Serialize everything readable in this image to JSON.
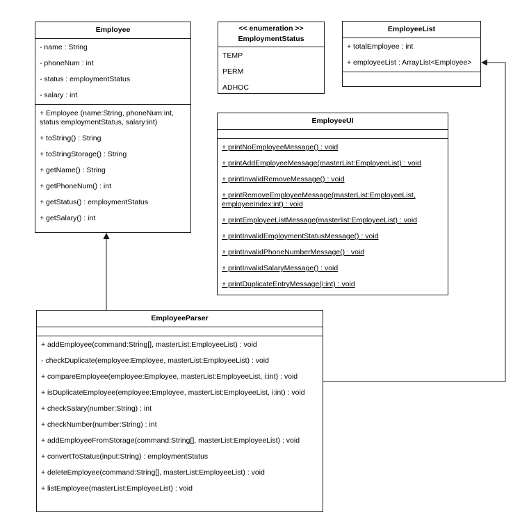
{
  "classes": {
    "employee": {
      "title": "Employee",
      "attributes": [
        "- name : String",
        "- phoneNum : int",
        "- status : employmentStatus",
        "- salary : int"
      ],
      "methods": [
        "+ Employee (name:String, phoneNum:int, status:employmentStatus, salary:int)",
        "+ toString() : String",
        "+ toStringStorage() : String",
        "+ getName() : String",
        "+ getPhoneNum() : int",
        "+ getStatus() : employmentStatus",
        "+ getSalary() : int"
      ]
    },
    "employment_status": {
      "stereotype": "<< enumeration >>",
      "title": "EmploymentStatus",
      "values": [
        "TEMP",
        "PERM",
        "ADHOC"
      ]
    },
    "employee_list": {
      "title": "EmployeeList",
      "attributes": [
        "+ totalEmployee : int",
        "+ employeeList : ArrayList<Employee>"
      ]
    },
    "employee_ui": {
      "title": "EmployeeUI",
      "methods": [
        "+ printNoEmployeeMessage() : void",
        "+ printAddEmployeeMessage(masterList:EmployeeList) : void",
        "+ printInvalidRemoveMessage() : void",
        "+ printRemoveEmployeeMessage(masterList:EmployeeList, employeeIndex:int) : void",
        "+ printEmployeeListMessage(masterlist:EmployeeList) : void",
        "+ printInvalidEmploymentStatusMessage() : void",
        "+ printInvalidPhoneNumberMessage() : void",
        "+ printInvalidSalaryMessage() : void",
        "+ printDuplicateEntryMessage(i:int) : void"
      ]
    },
    "employee_parser": {
      "title": "EmployeeParser",
      "methods": [
        "+ addEmployee(command:String[], masterList:EmployeeList) : void",
        "- checkDuplicate(employee:Employee, masterList:EmployeeList) : void",
        "+ compareEmployee(employee:Employee, masterList:EmployeeList, i:int) : void",
        "+ isDuplicateEmployee(employee:Employee, masterList:EmployeeList, i:int) : void",
        "+ checkSalary(number:String) : int",
        "+ checkNumber(number:String) : int",
        "+ addEmployeeFromStorage(command:String[], masterList:EmployeeList) : void",
        "+ convertToStatus(input:String) : employmentStatus",
        "+ deleteEmployee(command:String[], masterList:EmployeeList) : void",
        "+ listEmployee(masterList:EmployeeList) : void"
      ]
    }
  },
  "relations": [
    {
      "from": "EmployeeParser",
      "to": "Employee",
      "style": "solid-arrow"
    },
    {
      "from": "EmployeeParser",
      "to": "EmployeeList",
      "style": "solid-arrow"
    }
  ],
  "colors": {
    "canvas": "#ffffff",
    "stroke": "#1a1a1a",
    "text": "#000000"
  }
}
